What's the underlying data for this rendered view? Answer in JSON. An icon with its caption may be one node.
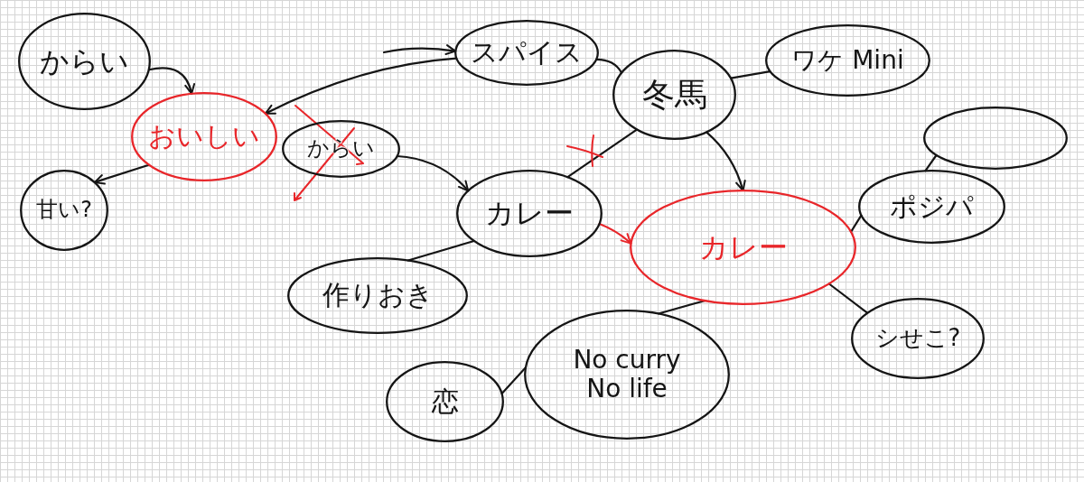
{
  "diagram": {
    "nodes": [
      {
        "text": [
          "からい"
        ]
      },
      {
        "text": [
          "スパイス"
        ]
      },
      {
        "text": [
          "ワケ Mini"
        ]
      },
      {
        "text": [
          "冬馬"
        ]
      },
      {
        "text": [
          "おいしい"
        ]
      },
      {
        "text": [
          "からい"
        ]
      },
      {
        "text": [],
        "shape": "ellipse"
      },
      {
        "text": [
          "甘い?"
        ]
      },
      {
        "text": [
          "カレー"
        ]
      },
      {
        "text": [
          "ポジパ"
        ]
      },
      {
        "text": [
          "カレー"
        ]
      },
      {
        "text": [
          "作りおき"
        ]
      },
      {
        "text": [
          "シせこ?"
        ]
      },
      {
        "text": [
          "No curry No life"
        ]
      },
      {
        "text": [
          "恋"
        ]
      }
    ],
    "edges": [
      {
        "from": 0,
        "to": 4,
        "arrow": "to"
      },
      {
        "from": null,
        "to": 1,
        "arrow": "to"
      },
      {
        "from": 1,
        "to": 4,
        "arrow": "to"
      },
      {
        "from": 1,
        "to": 3,
        "arrow": "none"
      },
      {
        "from": 3,
        "to": 2,
        "arrow": "none"
      },
      {
        "from": 4,
        "to": 7,
        "arrow": "to"
      },
      {
        "from": 3,
        "to": 10,
        "arrow": "to"
      },
      {
        "from": 5,
        "to": 8,
        "arrow": "to"
      },
      {
        "from": 8,
        "to": 3,
        "arrow": "none"
      },
      {
        "from": 8,
        "to": 10,
        "arrow": "to",
        "color": "#e8262a"
      },
      {
        "from": 8,
        "to": 11,
        "arrow": "none"
      },
      {
        "from": 10,
        "to": 9,
        "arrow": "none"
      },
      {
        "from": 9,
        "to": 6,
        "arrow": "none"
      },
      {
        "from": 10,
        "to": 12,
        "arrow": "none"
      },
      {
        "from": 10,
        "to": 13,
        "arrow": "none"
      },
      {
        "from": 14,
        "to": 13,
        "arrow": "none"
      }
    ]
  }
}
